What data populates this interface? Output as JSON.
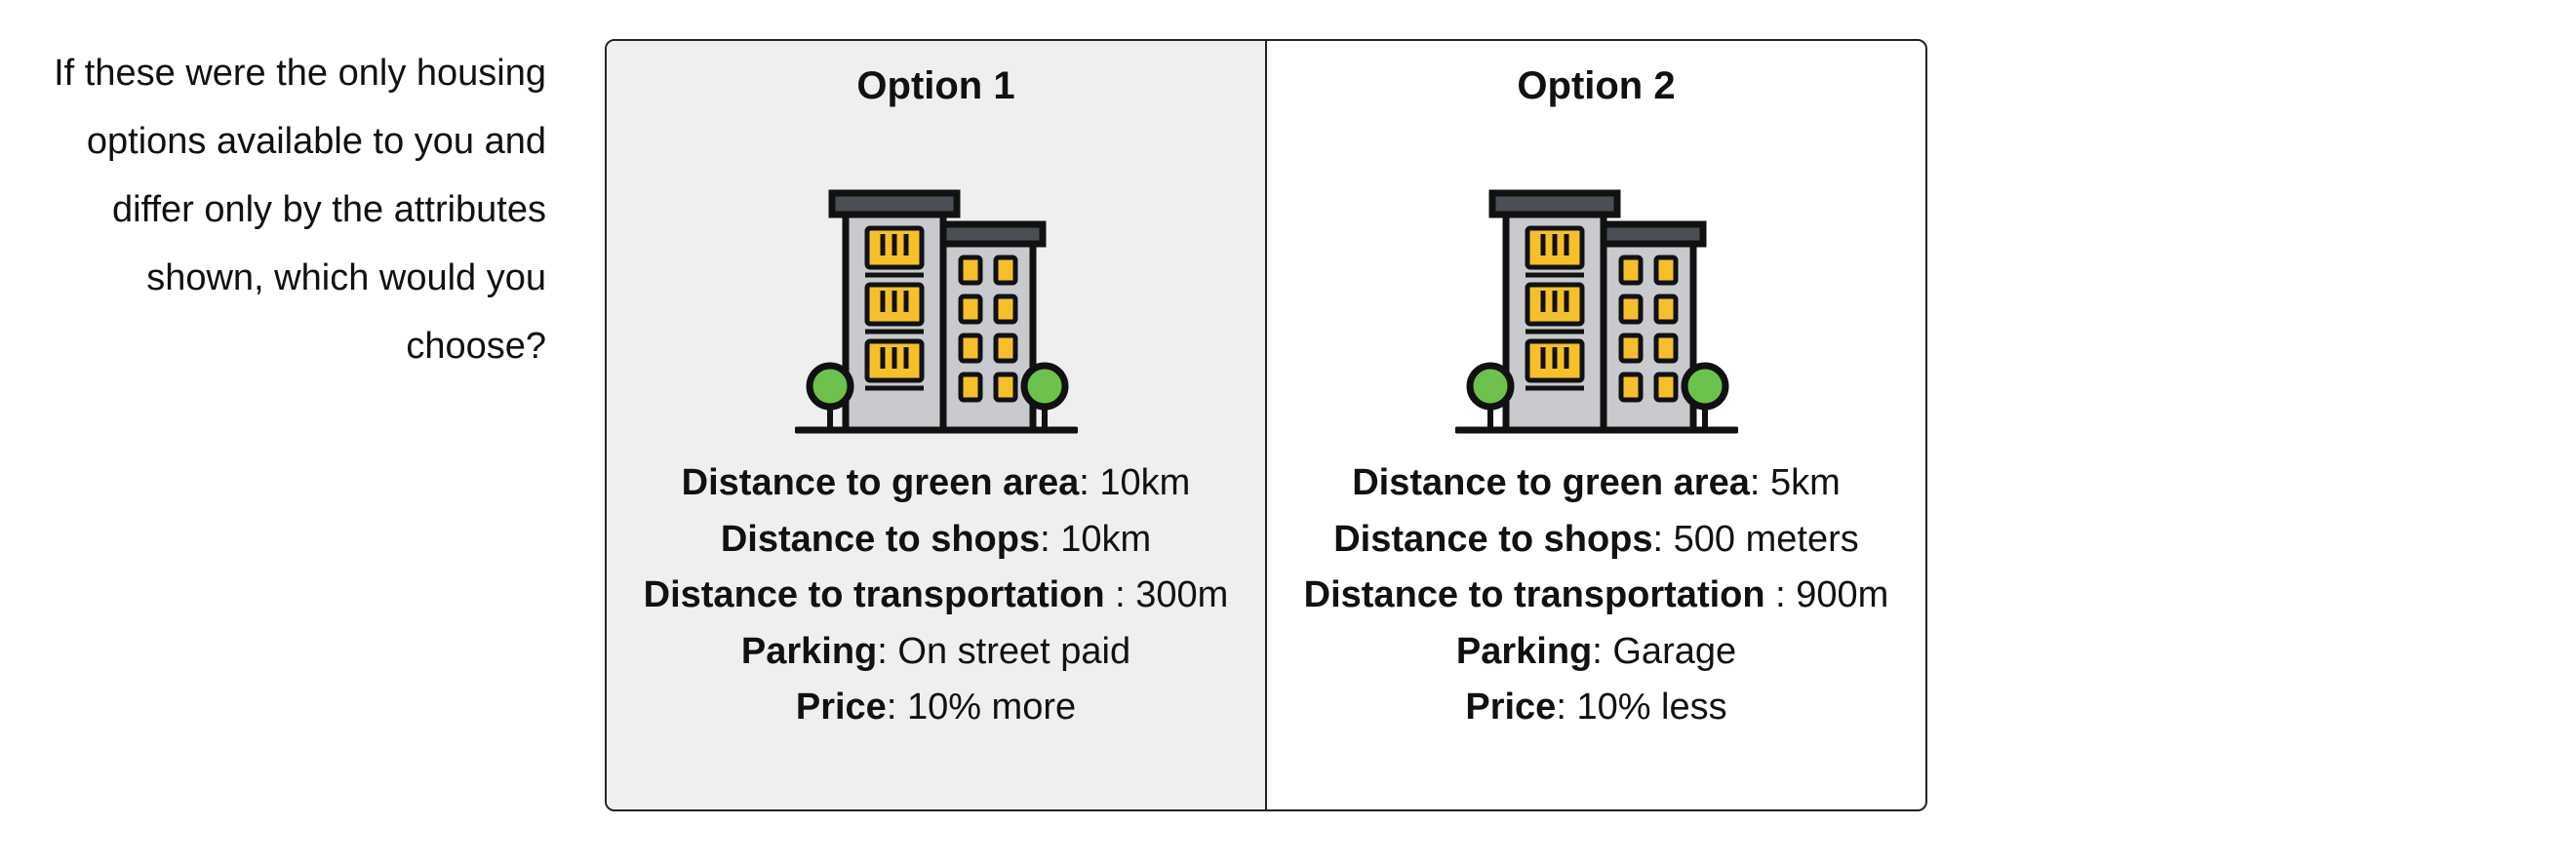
{
  "question": {
    "lines": [
      "If these were the only housing",
      "options available to you and",
      "differ only by the attributes",
      "shown, which would you",
      "choose?"
    ]
  },
  "options": [
    {
      "title": "Option 1",
      "selected": true,
      "icon": "apartment-building-icon",
      "attributes": [
        {
          "name": "Distance to green area",
          "sep": ": ",
          "value": "10km"
        },
        {
          "name": "Distance to shops",
          "sep": ": ",
          "value": "10km"
        },
        {
          "name": "Distance to transportation",
          "sep": " : ",
          "value": "300m"
        },
        {
          "name": "Parking",
          "sep": ": ",
          "value": "On street paid"
        },
        {
          "name": "Price",
          "sep": ": ",
          "value": "10% more"
        }
      ]
    },
    {
      "title": "Option 2",
      "selected": false,
      "icon": "apartment-building-icon",
      "attributes": [
        {
          "name": "Distance to green area",
          "sep": ": ",
          "value": "5km"
        },
        {
          "name": "Distance to shops",
          "sep": ": ",
          "value": "500 meters"
        },
        {
          "name": "Distance to transportation",
          "sep": " : ",
          "value": "900m"
        },
        {
          "name": "Parking",
          "sep": ": ",
          "value": "Garage"
        },
        {
          "name": "Price",
          "sep": ": ",
          "value": "10% less"
        }
      ]
    }
  ],
  "colors": {
    "selected_background": "#efefef",
    "border": "#222222",
    "window_yellow": "#f5c02a",
    "tree_green": "#6cc24a",
    "building_grey": "#c8cacd",
    "roof_dark": "#4a4e55"
  }
}
